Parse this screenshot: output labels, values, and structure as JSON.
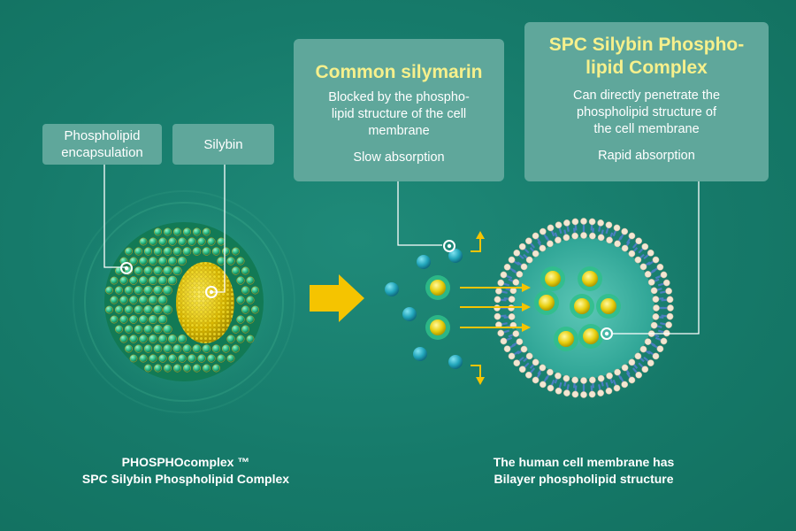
{
  "labels": {
    "phospholipid_encapsulation_line1": "Phospholipid",
    "phospholipid_encapsulation_line2": "encapsulation",
    "silybin": "Silybin"
  },
  "cards": {
    "common": {
      "title": "Common silymarin",
      "desc_line1": "Blocked by the phospho-",
      "desc_line2": "lipid structure of the cell",
      "desc_line3": "membrane",
      "absorption": "Slow absorption"
    },
    "spc": {
      "title_line1": "SPC Silybin Phospho-",
      "title_line2": "lipid Complex",
      "desc_line1": "Can directly penetrate the",
      "desc_line2": "phospholipid structure of",
      "desc_line3": "the cell membrane",
      "absorption": "Rapid absorption"
    }
  },
  "captions": {
    "left_line1": "PHOSPHOcomplex ™",
    "left_line2": "SPC Silybin Phospholipid Complex",
    "right_line1": "The human cell membrane has",
    "right_line2": "Bilayer phospholipid structure"
  },
  "colors": {
    "background": "#177d6d",
    "box": "#5fa79b",
    "title_yellow": "#f6f08c",
    "arrow_yellow": "#f5c400",
    "sphere_green": "#2fc08a",
    "free_particle": "#28aec0"
  }
}
